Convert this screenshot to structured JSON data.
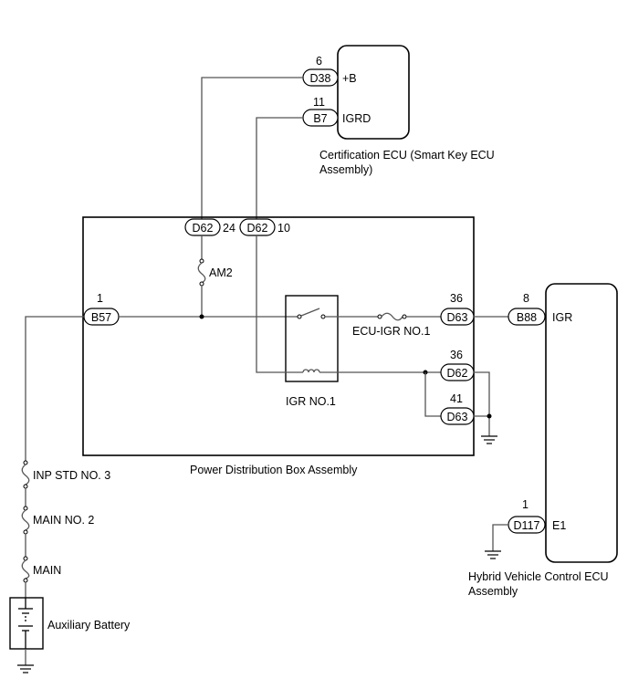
{
  "cert_ecu": {
    "name_line1": "Certification ECU (Smart Key ECU",
    "name_line2": "Assembly)",
    "pin_plusb_num": "6",
    "pin_plusb_conn": "D38",
    "pin_plusb_name": "+B",
    "pin_igrd_num": "11",
    "pin_igrd_conn": "B7",
    "pin_igrd_name": "IGRD"
  },
  "pdb": {
    "name": "Power Distribution Box Assembly",
    "d62_24_conn": "D62",
    "d62_24_num": "24",
    "d62_10_conn": "D62",
    "d62_10_num": "10",
    "fuse_am2": "AM2",
    "b57_num": "1",
    "b57_conn": "B57",
    "relay_name": "IGR NO.1",
    "fuse_ecu_igr": "ECU-IGR NO.1",
    "d63_36_num": "36",
    "d63_36_conn": "D63",
    "d62_36_num": "36",
    "d62_36_conn": "D62",
    "d63_41_num": "41",
    "d63_41_conn": "D63"
  },
  "hv_ecu": {
    "name_line1": "Hybrid Vehicle Control ECU",
    "name_line2": "Assembly",
    "b88_num": "8",
    "b88_conn": "B88",
    "igr_name": "IGR",
    "d117_num": "1",
    "d117_conn": "D117",
    "e1_name": "E1"
  },
  "supply": {
    "fuse_inp": "INP STD NO. 3",
    "fuse_main2": "MAIN NO. 2",
    "fuse_main": "MAIN",
    "battery": "Auxiliary Battery"
  }
}
